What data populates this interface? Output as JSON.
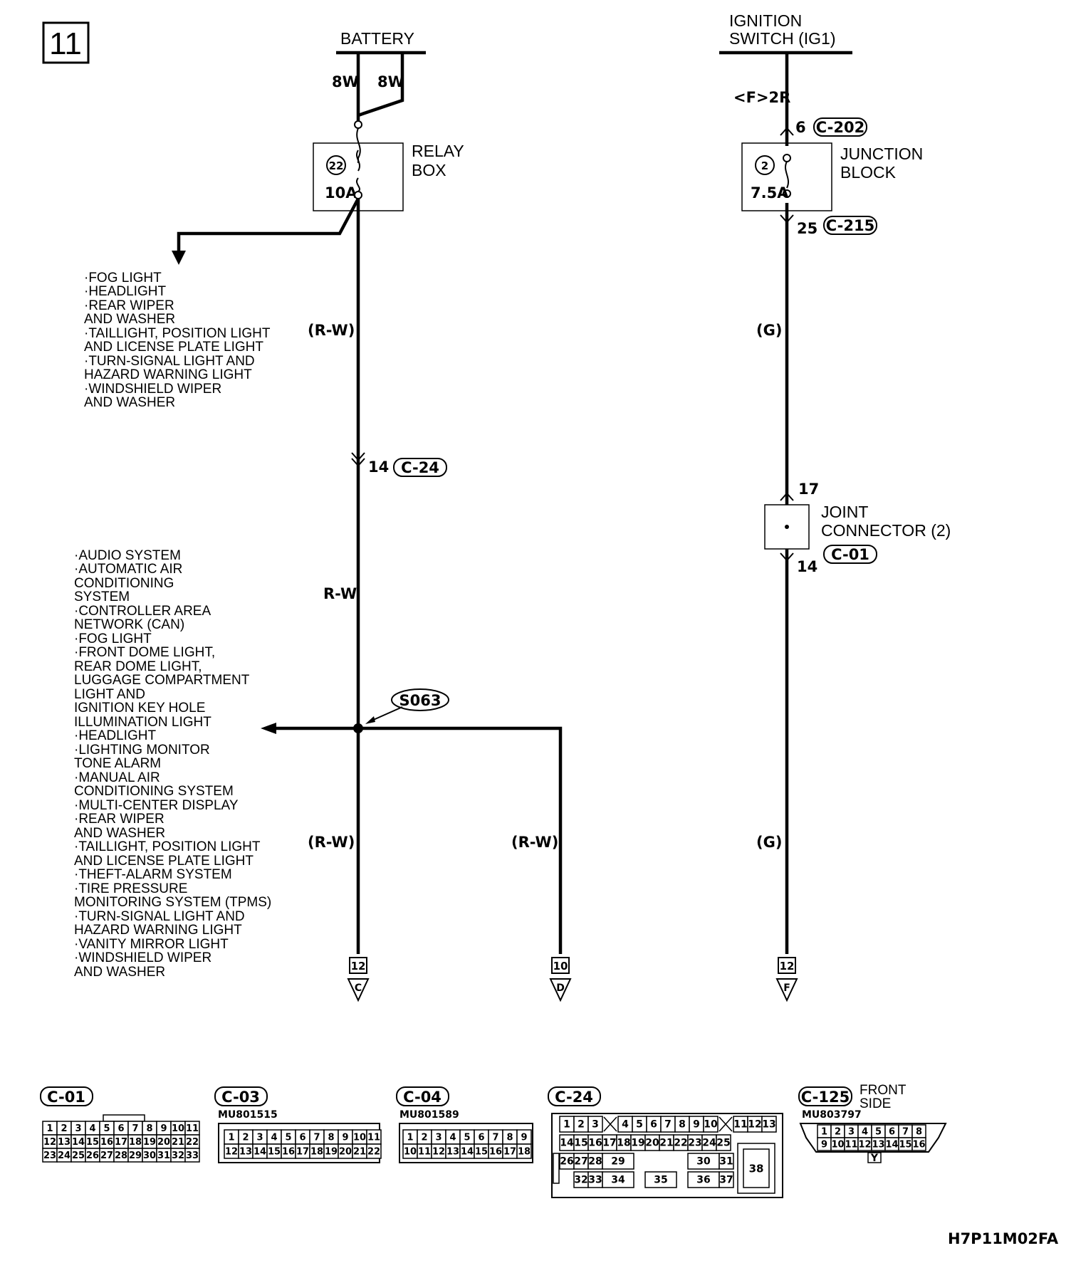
{
  "page_number": "11",
  "battery": {
    "label": "BATTERY",
    "wire_left": "8W",
    "wire_right": "8W"
  },
  "relay_box": {
    "label_1": "RELAY",
    "label_2": "BOX",
    "fuse_number": "22",
    "fuse_rating": "10A"
  },
  "ignition": {
    "label_1": "IGNITION",
    "label_2": "SWITCH (IG1)",
    "wire": "<F>2R"
  },
  "junction_block": {
    "label_1": "JUNCTION",
    "label_2": "BLOCK",
    "fuse_number": "2",
    "fuse_rating": "7.5A",
    "in_pin": "6",
    "in_conn": "C-202",
    "out_pin": "25",
    "out_conn": "C-215"
  },
  "upper_list": [
    "·FOG LIGHT",
    "·HEADLIGHT",
    "·REAR WIPER",
    " AND WASHER",
    "·TAILLIGHT, POSITION LIGHT",
    " AND LICENSE PLATE LIGHT",
    "·TURN-SIGNAL LIGHT AND",
    " HAZARD WARNING LIGHT",
    "·WINDSHIELD WIPER",
    " AND WASHER"
  ],
  "wire_colors": {
    "rw_paren": "(R-W)",
    "rw": "R-W",
    "g_paren": "(G)"
  },
  "c24_connector": {
    "pin": "14",
    "conn": "C-24"
  },
  "joint_connector": {
    "label_1": "JOINT",
    "label_2": "CONNECTOR (2)",
    "in_pin": "17",
    "out_pin": "14",
    "conn": "C-01"
  },
  "splice": "S063",
  "lower_list": [
    "·AUDIO SYSTEM",
    "·AUTOMATIC AIR",
    " CONDITIONING",
    " SYSTEM",
    "·CONTROLLER AREA",
    " NETWORK (CAN)",
    "·FOG LIGHT",
    "·FRONT DOME LIGHT,",
    " REAR DOME LIGHT,",
    " LUGGAGE COMPARTMENT",
    " LIGHT AND",
    " IGNITION KEY HOLE",
    " ILLUMINATION LIGHT",
    "·HEADLIGHT",
    "·LIGHTING MONITOR",
    " TONE ALARM",
    "·MANUAL AIR",
    " CONDITIONING SYSTEM",
    "·MULTI-CENTER DISPLAY",
    "·REAR WIPER",
    " AND WASHER",
    "·TAILLIGHT, POSITION LIGHT",
    " AND LICENSE PLATE LIGHT",
    "·THEFT-ALARM SYSTEM",
    "·TIRE PRESSURE",
    " MONITORING SYSTEM (TPMS)",
    "·TURN-SIGNAL LIGHT AND",
    " HAZARD WARNING LIGHT",
    "·VANITY MIRROR LIGHT",
    "·WINDSHIELD WIPER",
    " AND WASHER"
  ],
  "continuations": [
    {
      "page": "12",
      "letter": "C"
    },
    {
      "page": "10",
      "letter": "D"
    },
    {
      "page": "12",
      "letter": "F"
    }
  ],
  "connectors": {
    "c01": {
      "name": "C-01",
      "rows": [
        [
          "1",
          "2",
          "3",
          "4",
          "5",
          "6",
          "7",
          "8",
          "9",
          "10",
          "11"
        ],
        [
          "12",
          "13",
          "14",
          "15",
          "16",
          "17",
          "18",
          "19",
          "20",
          "21",
          "22"
        ],
        [
          "23",
          "24",
          "25",
          "26",
          "27",
          "28",
          "29",
          "30",
          "31",
          "32",
          "33"
        ]
      ]
    },
    "c03": {
      "name": "C-03",
      "part": "MU801515",
      "rows": [
        [
          "1",
          "2",
          "3",
          "4",
          "5",
          "6",
          "7",
          "8",
          "9",
          "10",
          "11"
        ],
        [
          "12",
          "13",
          "14",
          "15",
          "16",
          "17",
          "18",
          "19",
          "20",
          "21",
          "22"
        ]
      ]
    },
    "c04": {
      "name": "C-04",
      "part": "MU801589",
      "rows": [
        [
          "1",
          "2",
          "3",
          "4",
          "5",
          "6",
          "7",
          "8",
          "9"
        ],
        [
          "10",
          "11",
          "12",
          "13",
          "14",
          "15",
          "16",
          "17",
          "18"
        ]
      ]
    },
    "c24": {
      "name": "C-24",
      "pins": [
        "1",
        "2",
        "3",
        "4",
        "5",
        "6",
        "7",
        "8",
        "9",
        "10",
        "11",
        "12",
        "13",
        "14",
        "15",
        "16",
        "17",
        "18",
        "19",
        "20",
        "21",
        "22",
        "23",
        "24",
        "25",
        "26",
        "27",
        "28",
        "29",
        "30",
        "31",
        "32",
        "33",
        "34",
        "35",
        "36",
        "37",
        "38"
      ]
    },
    "c125": {
      "name": "C-125",
      "part": "MU803797",
      "side_1": "FRONT",
      "side_2": "SIDE",
      "rows": [
        [
          "1",
          "2",
          "3",
          "4",
          "5",
          "6",
          "7",
          "8"
        ],
        [
          "9",
          "10",
          "11",
          "12",
          "13",
          "14",
          "15",
          "16"
        ]
      ],
      "key": "Y"
    }
  },
  "figure_code": "H7P11M02FA"
}
